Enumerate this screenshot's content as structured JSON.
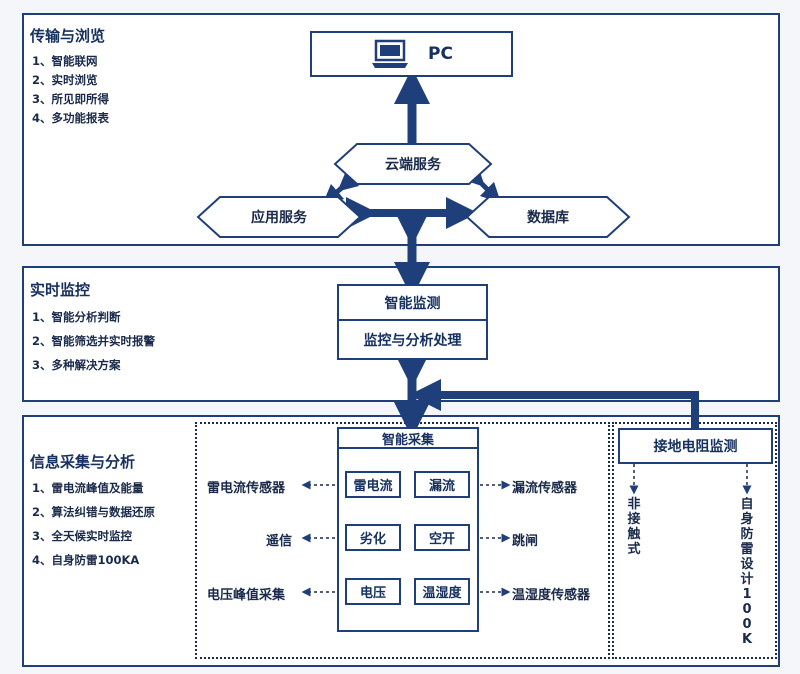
{
  "top_panel": {
    "title": "传输与浏览",
    "items": [
      "1、智能联网",
      "2、实时浏览",
      "3、所见即所得",
      "4、多功能报表"
    ]
  },
  "pc_box": {
    "label": "PC",
    "icon": "laptop-icon"
  },
  "cloud": {
    "label": "云端服务"
  },
  "app_service": {
    "label": "应用服务"
  },
  "database": {
    "label": "数据库"
  },
  "middle_panel": {
    "title": "实时监控",
    "items": [
      "1、智能分析判断",
      "2、智能筛选并实时报警",
      "3、多种解决方案"
    ]
  },
  "monitor_box": {
    "top_label": "智能监测",
    "bottom_label": "监控与分析处理"
  },
  "bottom_panel": {
    "title": "信息采集与分析",
    "items": [
      "1、雷电流峰值及能量",
      "2、算法纠错与数据还原",
      "3、全天候实时监控",
      "4、自身防雷100KA"
    ]
  },
  "collect_box": {
    "title": "智能采集",
    "cells": [
      "雷电流",
      "漏流",
      "劣化",
      "空开",
      "电压",
      "温湿度"
    ]
  },
  "outputs": {
    "left": [
      "雷电流传感器",
      "遥信",
      "电压峰值采集"
    ],
    "right": [
      "漏流传感器",
      "跳闸",
      "温湿度传感器"
    ]
  },
  "ground_box": {
    "label": "接地电阻监测"
  },
  "vertical_labels": {
    "left": "非接触式",
    "right": "自身防雷设计100K"
  },
  "colors": {
    "border": "#1f3f7a",
    "arrow": "#1f3f7a",
    "text": "#16305f"
  }
}
